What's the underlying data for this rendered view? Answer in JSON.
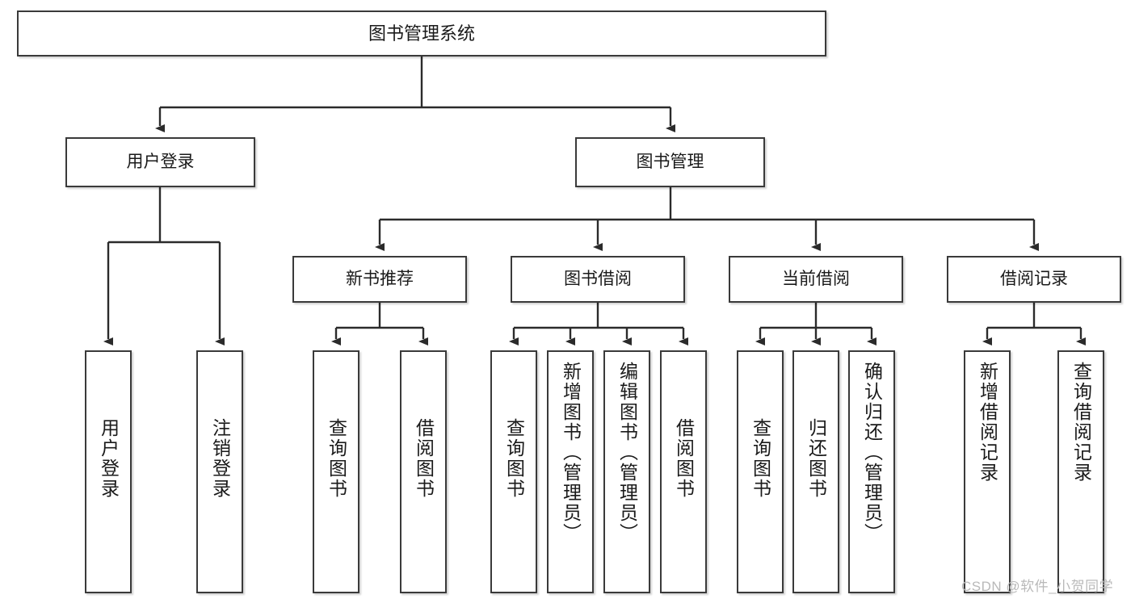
{
  "diagram": {
    "type": "tree",
    "title": "图书管理系统",
    "watermark": "CSDN @软件_小贺同学",
    "colors": {
      "box_border": "#3a3a3a",
      "box_fill": "#ffffff",
      "line": "#2b2b2b",
      "text": "#1a1a1a",
      "watermark": "#b9b9b9"
    },
    "nodes": {
      "root": {
        "label": "图书管理系统",
        "level": 1
      },
      "l2": [
        {
          "id": "user-login",
          "label": "用户登录",
          "level": 2
        },
        {
          "id": "book-manage",
          "label": "图书管理",
          "level": 2
        }
      ],
      "l3": [
        {
          "id": "new-book-rec",
          "label": "新书推荐",
          "level": 3,
          "parent": "book-manage"
        },
        {
          "id": "book-borrow",
          "label": "图书借阅",
          "level": 3,
          "parent": "book-manage"
        },
        {
          "id": "current-borrow",
          "label": "当前借阅",
          "level": 3,
          "parent": "book-manage"
        },
        {
          "id": "borrow-record",
          "label": "借阅记录",
          "level": 3,
          "parent": "book-manage"
        }
      ],
      "leaves": [
        {
          "id": "leaf-user-login",
          "label": "用户登录",
          "parent": "user-login"
        },
        {
          "id": "leaf-logout",
          "label": "注销登录",
          "parent": "user-login"
        },
        {
          "id": "leaf-query-book-rec",
          "label": "查询图书",
          "parent": "new-book-rec"
        },
        {
          "id": "leaf-borrow-book-rec",
          "label": "借阅图书",
          "parent": "new-book-rec"
        },
        {
          "id": "leaf-query-book-borrow",
          "label": "查询图书",
          "parent": "book-borrow"
        },
        {
          "id": "leaf-add-book",
          "label": "新增图书（管理员）",
          "parent": "book-borrow"
        },
        {
          "id": "leaf-edit-book",
          "label": "编辑图书（管理员）",
          "parent": "book-borrow"
        },
        {
          "id": "leaf-borrow-book",
          "label": "借阅图书",
          "parent": "book-borrow"
        },
        {
          "id": "leaf-query-book-cur",
          "label": "查询图书",
          "parent": "current-borrow"
        },
        {
          "id": "leaf-return-book",
          "label": "归还图书",
          "parent": "current-borrow"
        },
        {
          "id": "leaf-confirm-return",
          "label": "确认归还（管理员）",
          "parent": "current-borrow"
        },
        {
          "id": "leaf-add-record",
          "label": "新增借阅记录",
          "parent": "borrow-record"
        },
        {
          "id": "leaf-query-record",
          "label": "查询借阅记录",
          "parent": "borrow-record"
        }
      ]
    }
  }
}
